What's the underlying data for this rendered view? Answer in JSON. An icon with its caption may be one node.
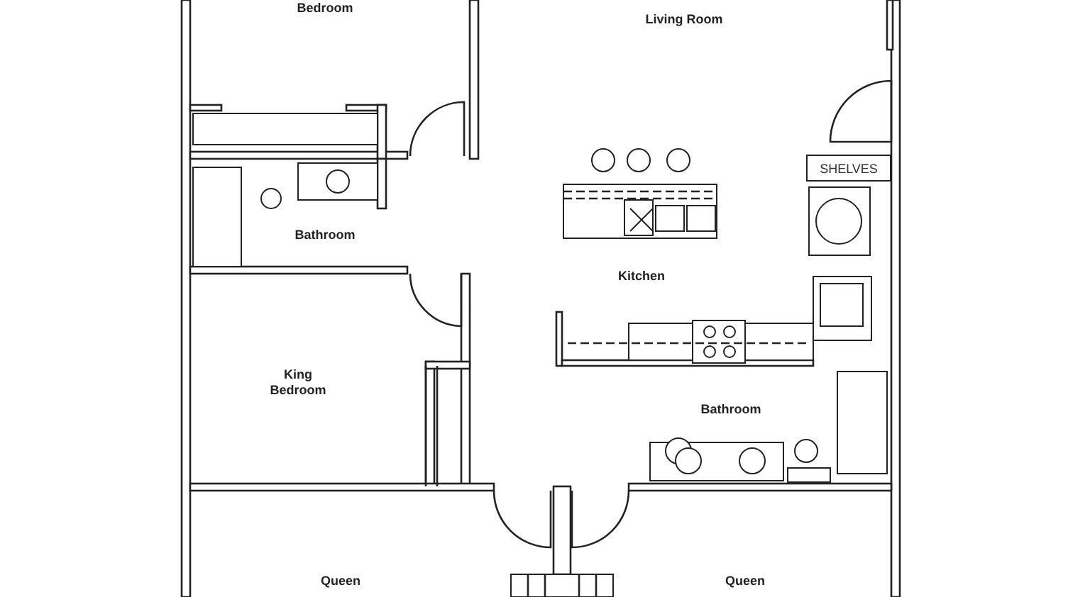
{
  "diagram": {
    "nodes": [
      {
        "text": [
          "SHELVES"
        ]
      }
    ],
    "labels": [
      "Bedroom",
      "Living Room",
      "Bathroom",
      "Kitchen",
      "King Bedroom",
      "Bathroom",
      "Queen",
      "Queen"
    ]
  }
}
